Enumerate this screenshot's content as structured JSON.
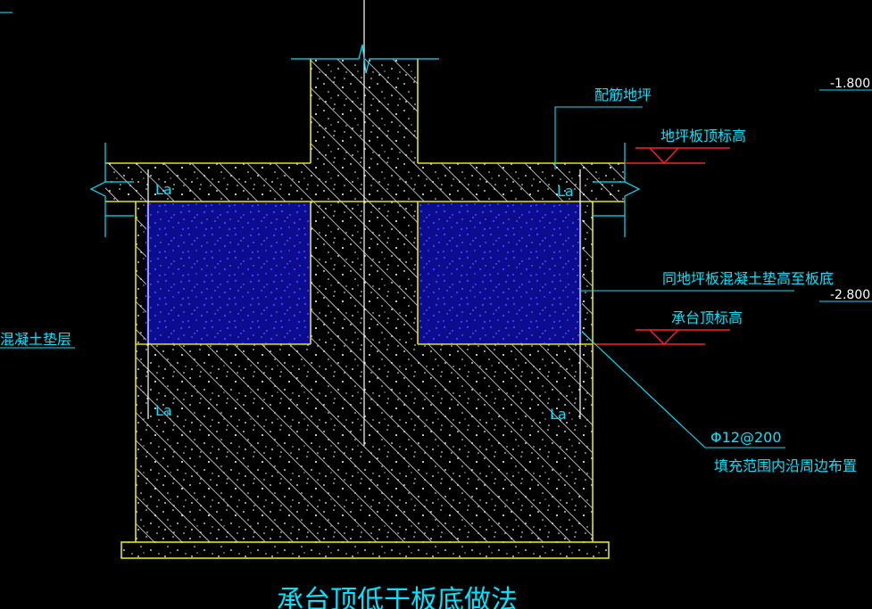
{
  "colors": {
    "background": "#000000",
    "outline": "#e6e600",
    "leader": "#00e5ff",
    "label_text": "#00e5ff",
    "level_mark": "#ff2020",
    "fill_blue": "#1010ff",
    "hatch": "#ffffff",
    "speckle": "#ffffff"
  },
  "labels": {
    "slab_reinforcement": "配筋地坪",
    "slab_top_elevation": "地坪板顶标高",
    "fill_concrete": "同地坪板混凝土垫高至板底",
    "cap_top_elevation": "承台顶标高",
    "rebar_spec": "Φ12@200",
    "rebar_note": "填充范围内沿周边布置",
    "cushion_partial": "混凝土垫层",
    "anchorage": "La",
    "elevation_upper": "-1.800",
    "elevation_lower": "-2.800",
    "title": "承台顶低于板底做法"
  }
}
